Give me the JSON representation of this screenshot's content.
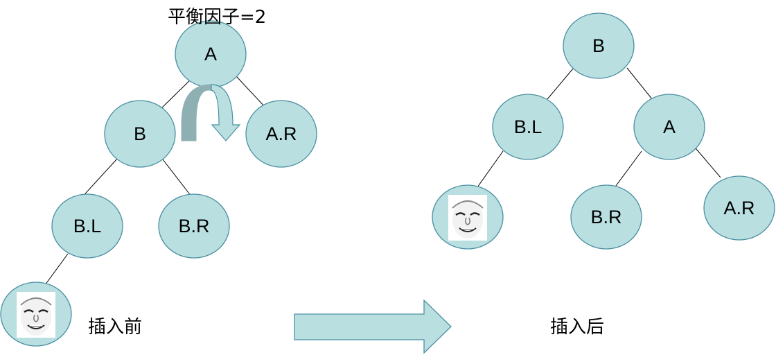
{
  "before": {
    "caption": "插入前",
    "balance_label": "平衡因子=2",
    "nodes": {
      "A": "A",
      "B": "B",
      "AR": "A.R",
      "BL": "B.L",
      "BR": "B.R"
    },
    "new_node_icon": "face-image"
  },
  "after": {
    "caption": "插入后",
    "nodes": {
      "B": "B",
      "BL": "B.L",
      "A": "A",
      "BR": "B.R",
      "AR": "A.R"
    },
    "new_node_icon": "face-image"
  },
  "icons": {
    "rotation": "curved-rotation-arrow-icon",
    "transition": "right-arrow-icon"
  },
  "colors": {
    "node_fill": "#b9dfe1",
    "node_stroke": "#4a8fa2",
    "rotation_arrow_dark": "#8fb0b2",
    "rotation_arrow_light": "#b9dfe1",
    "transition_arrow": "#b9dfe1"
  }
}
